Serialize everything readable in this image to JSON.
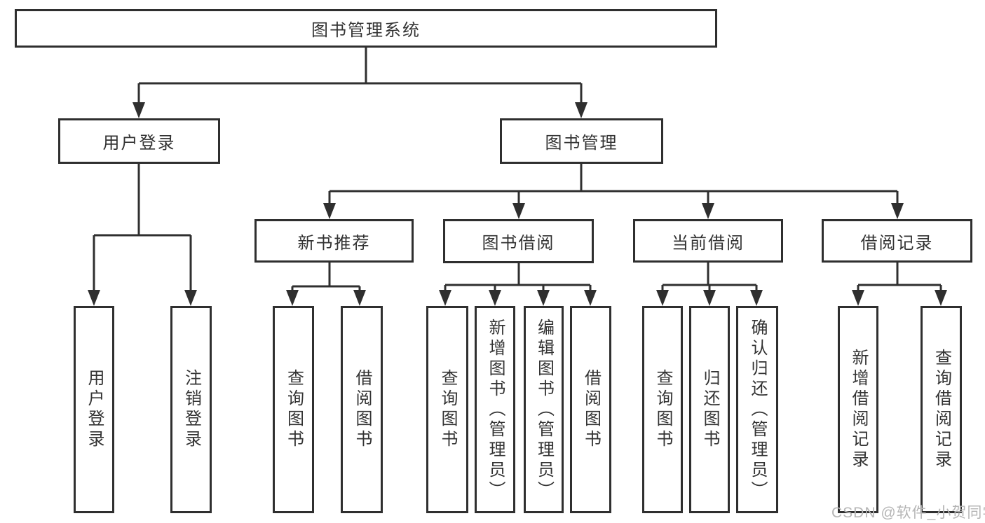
{
  "diagram": {
    "root": {
      "label": "图书管理系统"
    },
    "level2": [
      {
        "label": "用户登录",
        "leaves": [
          {
            "label": "用户登录"
          },
          {
            "label": "注销登录"
          }
        ]
      },
      {
        "label": "图书管理",
        "groups": [
          {
            "label": "新书推荐",
            "leaves": [
              {
                "label": "查询图书"
              },
              {
                "label": "借阅图书"
              }
            ]
          },
          {
            "label": "图书借阅",
            "leaves": [
              {
                "label": "查询图书"
              },
              {
                "label": "新增图书（管理员）"
              },
              {
                "label": "编辑图书（管理员）"
              },
              {
                "label": "借阅图书"
              }
            ]
          },
          {
            "label": "当前借阅",
            "leaves": [
              {
                "label": "查询图书"
              },
              {
                "label": "归还图书"
              },
              {
                "label": "确认归还（管理员）"
              }
            ]
          },
          {
            "label": "借阅记录",
            "leaves": [
              {
                "label": "新增借阅记录"
              },
              {
                "label": "查询借阅记录"
              }
            ]
          }
        ]
      }
    ],
    "watermark": "CSDN @软件_小贺同学",
    "colors": {
      "line": "#2f2f2f",
      "text": "#333333",
      "watermark": "#b5b5b5",
      "background": "#ffffff"
    }
  }
}
